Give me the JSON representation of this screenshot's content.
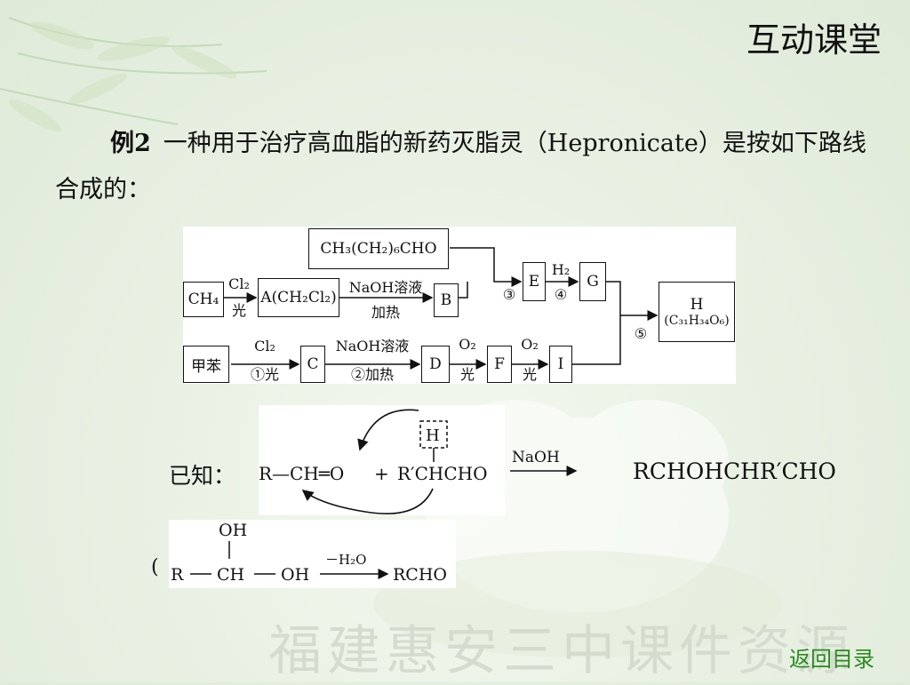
{
  "title": "互动课堂",
  "problem": {
    "number": "例2",
    "text": "一种用于治疗高血脂的新药灭脂灵（Hepronicate）是按如下路线合成的："
  },
  "scheme": {
    "ch3ch2_6cho": "CH₃(CH₂)₆CHO",
    "ch4": "CH₄",
    "a": "A(CH₂Cl₂)",
    "b": "B",
    "e": "E",
    "g": "G",
    "h": "H",
    "h_formula": "(C₃₁H₃₄O₆)",
    "toluene": "甲苯",
    "c": "C",
    "d": "D",
    "f": "F",
    "i": "I",
    "cl2": "Cl₂",
    "light": "光",
    "light1": "①光",
    "naoh_solution": "NaOH溶液",
    "heat": "加热",
    "heat2": "②加热",
    "h2": "H₂",
    "step3": "③",
    "step4": "④",
    "step5": "⑤",
    "o2": "O₂"
  },
  "known": {
    "label": "已知：",
    "reactant1": "R—CH═O",
    "plus": "+",
    "reactant2": "R′CHCHO",
    "h_boxed": "H",
    "reagent": "NaOH",
    "product": "RCHOHCHR′CHO"
  },
  "gem_diol": {
    "paren": "(",
    "oh_top": "OH",
    "r": "R",
    "ch": "CH",
    "oh": "OH",
    "condition": "－H₂O",
    "product": "RCHO"
  },
  "watermark": "福建惠安三中课件资源",
  "back_link": "返回目录"
}
